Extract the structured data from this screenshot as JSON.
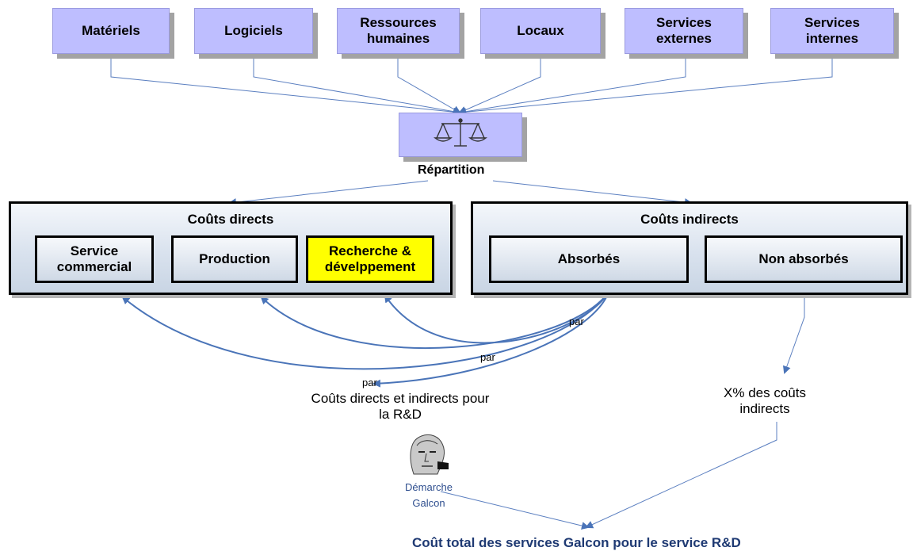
{
  "sources": [
    {
      "label": "Matériels"
    },
    {
      "label": "Logiciels"
    },
    {
      "label": "Ressources humaines"
    },
    {
      "label": "Locaux"
    },
    {
      "label": "Services externes"
    },
    {
      "label": "Services internes"
    }
  ],
  "repartition": {
    "label": "Répartition",
    "icon": "scale-icon"
  },
  "direct": {
    "title": "Coûts directs",
    "items": [
      {
        "label": "Service commercial"
      },
      {
        "label": "Production"
      },
      {
        "label": "Recherche & dévelppement"
      }
    ]
  },
  "indirect": {
    "title": "Coûts indirects",
    "items": [
      {
        "label": "Absorbés"
      },
      {
        "label": "Non absorbés"
      }
    ]
  },
  "edge_labels": {
    "par": "par"
  },
  "outputs": {
    "rd_costs": "Coûts directs et indirects pour la R&D",
    "pct_indirect": "X% des coûts indirects",
    "galcon": "Démarche Galcon",
    "total": "Coût total des services Galcon pour le service R&D"
  },
  "colors": {
    "source_fill": "#bebeff",
    "highlight": "#ffff00",
    "arrow": "#4a74b8",
    "total_text": "#1f3a73"
  }
}
